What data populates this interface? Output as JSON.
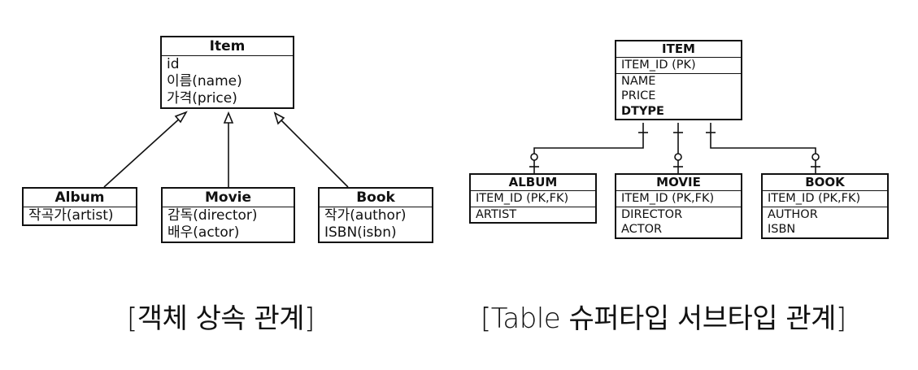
{
  "object_model": {
    "item": {
      "title": "Item",
      "fields": [
        "id",
        "이름(name)",
        "가격(price)"
      ]
    },
    "album": {
      "title": "Album",
      "fields": [
        "작곡가(artist)"
      ]
    },
    "movie": {
      "title": "Movie",
      "fields": [
        "감독(director)",
        "배우(actor)"
      ]
    },
    "book": {
      "title": "Book",
      "fields": [
        "작가(author)",
        "ISBN(isbn)"
      ]
    },
    "caption": "[객체 상속 관계]"
  },
  "table_model": {
    "item": {
      "title": "ITEM",
      "key": "ITEM_ID (PK)",
      "columns": [
        "NAME",
        "PRICE",
        "DTYPE"
      ]
    },
    "album": {
      "title": "ALBUM",
      "key": "ITEM_ID (PK,FK)",
      "columns": [
        "ARTIST"
      ]
    },
    "movie": {
      "title": "MOVIE",
      "key": "ITEM_ID (PK,FK)",
      "columns": [
        "DIRECTOR",
        "ACTOR"
      ]
    },
    "book": {
      "title": "BOOK",
      "key": "ITEM_ID (PK,FK)",
      "columns": [
        "AUTHOR",
        "ISBN"
      ]
    },
    "caption": "[Table 슈퍼타입 서브타입 관계]"
  }
}
